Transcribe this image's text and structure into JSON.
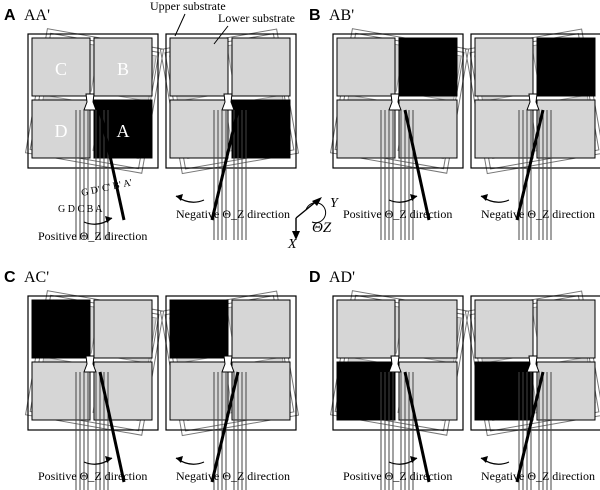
{
  "panels": [
    {
      "id": "A",
      "letter": "A",
      "label": "AA'",
      "black": "A",
      "left": {
        "caption": "Positive Θ_Z direction",
        "dir": "positive"
      },
      "right": {
        "caption": "Negative Θ_Z direction",
        "dir": "negative"
      }
    },
    {
      "id": "B",
      "letter": "B",
      "label": "AB'",
      "black": "B",
      "left": {
        "caption": "Positive Θ_Z direction",
        "dir": "positive"
      },
      "right": {
        "caption": "Negative Θ_Z direction",
        "dir": "negative"
      }
    },
    {
      "id": "C",
      "letter": "C",
      "label": "AC'",
      "black": "C",
      "left": {
        "caption": "Positive Θ_Z direction",
        "dir": "positive"
      },
      "right": {
        "caption": "Negative Θ_Z direction",
        "dir": "negative"
      }
    },
    {
      "id": "D",
      "letter": "D",
      "label": "AD'",
      "black": "D",
      "left": {
        "caption": "Positive Θ_Z direction",
        "dir": "positive"
      },
      "right": {
        "caption": "Negative Θ_Z direction",
        "dir": "negative"
      }
    }
  ],
  "annotations": {
    "upper_substrate": "Upper substrate",
    "lower_substrate": "Lower substrate",
    "lead_labels_bottom": "G D C B A",
    "lead_labels_top": "G D' C' B' A'"
  },
  "pad_labels": {
    "A": "A",
    "B": "B",
    "C": "C",
    "D": "D"
  },
  "axes": {
    "x_label": "X",
    "y_label": "Y",
    "theta_label": "ΘZ"
  },
  "colors": {
    "black_pad": "#000000",
    "gray_pad": "#d6d6d6",
    "outline": "#000000"
  }
}
